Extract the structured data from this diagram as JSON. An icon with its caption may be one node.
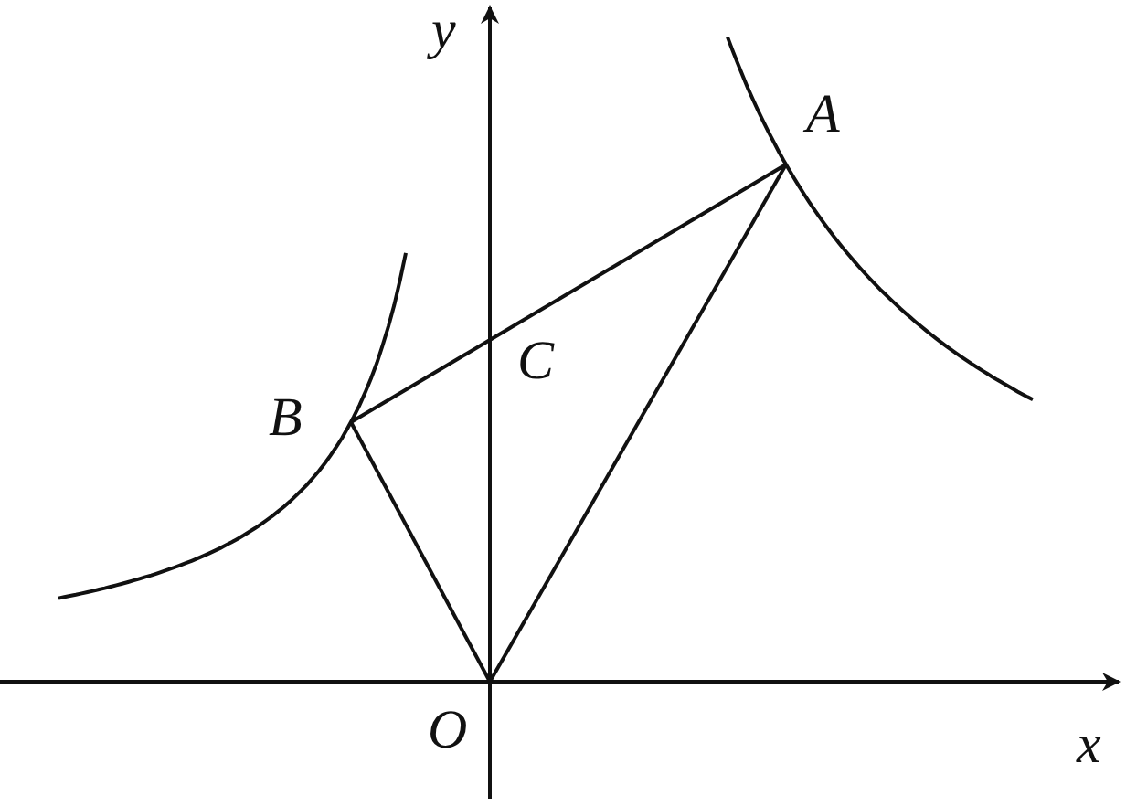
{
  "diagram": {
    "nodes": [
      {
        "text": [
          "A"
        ]
      },
      {
        "text": [
          "B"
        ]
      },
      {
        "text": [
          "C"
        ]
      },
      {
        "text": [
          "O"
        ]
      }
    ],
    "edges": [
      {
        "from": 0,
        "to": 2,
        "arrow": "none"
      },
      {
        "from": 2,
        "to": 1,
        "arrow": "none"
      },
      {
        "from": 1,
        "to": 3,
        "arrow": "none"
      },
      {
        "from": 3,
        "to": 0,
        "arrow": "none"
      }
    ],
    "labels": [
      "y",
      "x"
    ]
  }
}
